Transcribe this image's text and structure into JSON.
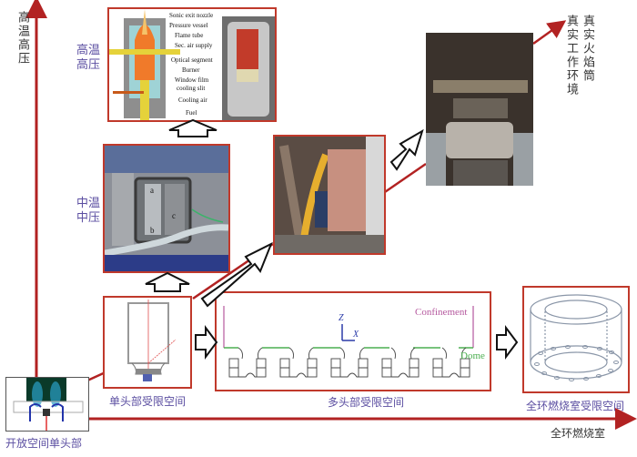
{
  "axes": {
    "y_axis_label": "高温高压",
    "x_axis_label": "全环燃烧室",
    "color": "#b22222"
  },
  "stages": {
    "open_single": {
      "label": "开放空间单头部"
    },
    "single_confined": {
      "label": "单头部受限空间"
    },
    "multi_confined": {
      "label": "多头部受限空间",
      "confinement": "Confinement",
      "dome": "Dome",
      "axis_z": "Z",
      "axis_x": "X"
    },
    "annular_confined": {
      "label": "全环燃烧室受限空间"
    },
    "mid_temp": {
      "side_label_1": "中温",
      "side_label_2": "中压",
      "marks": [
        "a",
        "b",
        "c"
      ]
    },
    "high_temp": {
      "side_label_1": "高温",
      "side_label_2": "高压",
      "callouts": [
        "Sonic exit nozzle",
        "Pressure vessel",
        "Flame tube",
        "Sec. air supply",
        "Optical segment",
        "Burner",
        "Window film",
        "cooling slit",
        "Cooling air",
        "Fuel"
      ]
    },
    "real_env": {
      "label_col1": "真实火焰筒",
      "label_col2": "真实工作环境"
    }
  },
  "colors": {
    "frame": "#c0392b",
    "label_blue": "#5b4ea1",
    "confinement": "#b5589e",
    "dome": "#4caf50"
  }
}
